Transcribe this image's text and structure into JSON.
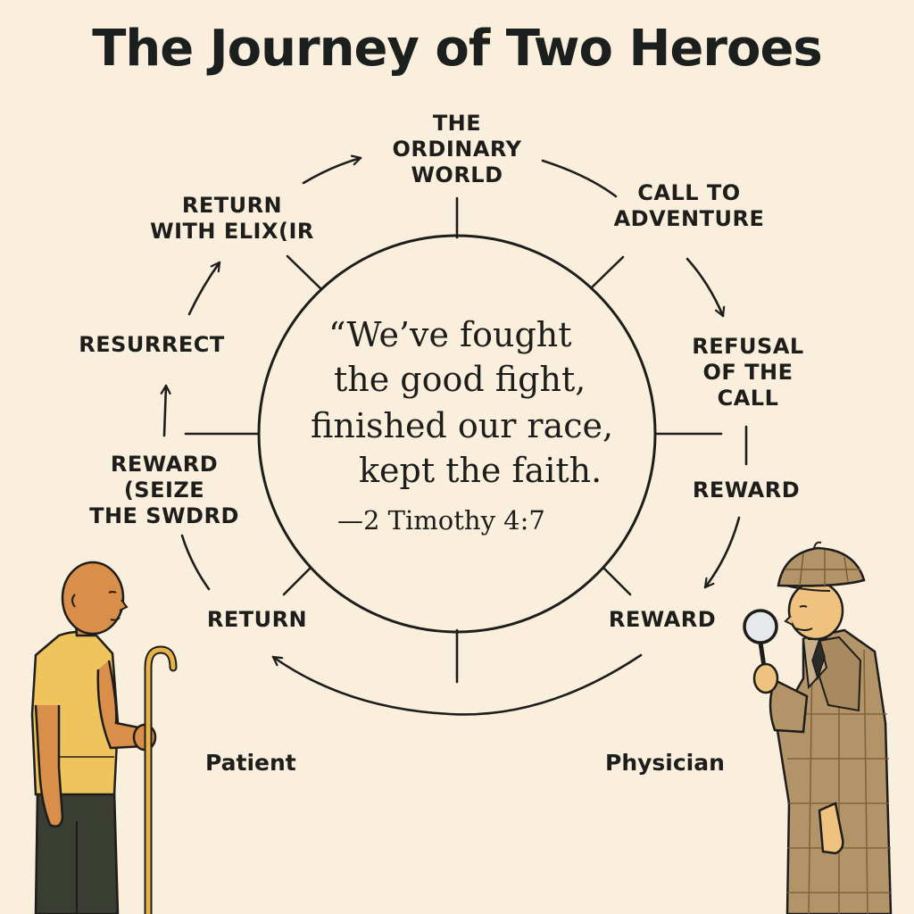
{
  "title": "The Journey of Two Heroes",
  "stages": {
    "ordinary_world": "THE\nORDINARY\nWORLD",
    "call_to_adventure": "CALL TO\nADVENTURE",
    "refusal_of_the_call": "REFUSAL\nOF THE\nCALL",
    "reward_right_upper": "REWARD",
    "reward_right_lower": "REWARD",
    "return": "RETURN",
    "reward_seize_the_sword": "REWARD\n(SEIZE\nTHE SWDRD",
    "resurrect": "RESURRECT",
    "return_with_elixir": "RETURN\nWITH ELIX(IR"
  },
  "quote": {
    "lines": [
      "“We’ve fought",
      "the good fight,",
      "finished our race,",
      "kept the faith."
    ],
    "citation": "—2 Timothy 4:7"
  },
  "characters": {
    "patient": "Patient",
    "physician": "Physician"
  },
  "colors": {
    "background": "#f9efdc",
    "ink": "#1d1d1b",
    "patient_shirt": "#f0c45c",
    "patient_skin": "#d98f4a",
    "patient_pants": "#3a3d32",
    "cane": "#e8b447",
    "physician_coat": "#b39468",
    "physician_skin": "#efc37f"
  }
}
